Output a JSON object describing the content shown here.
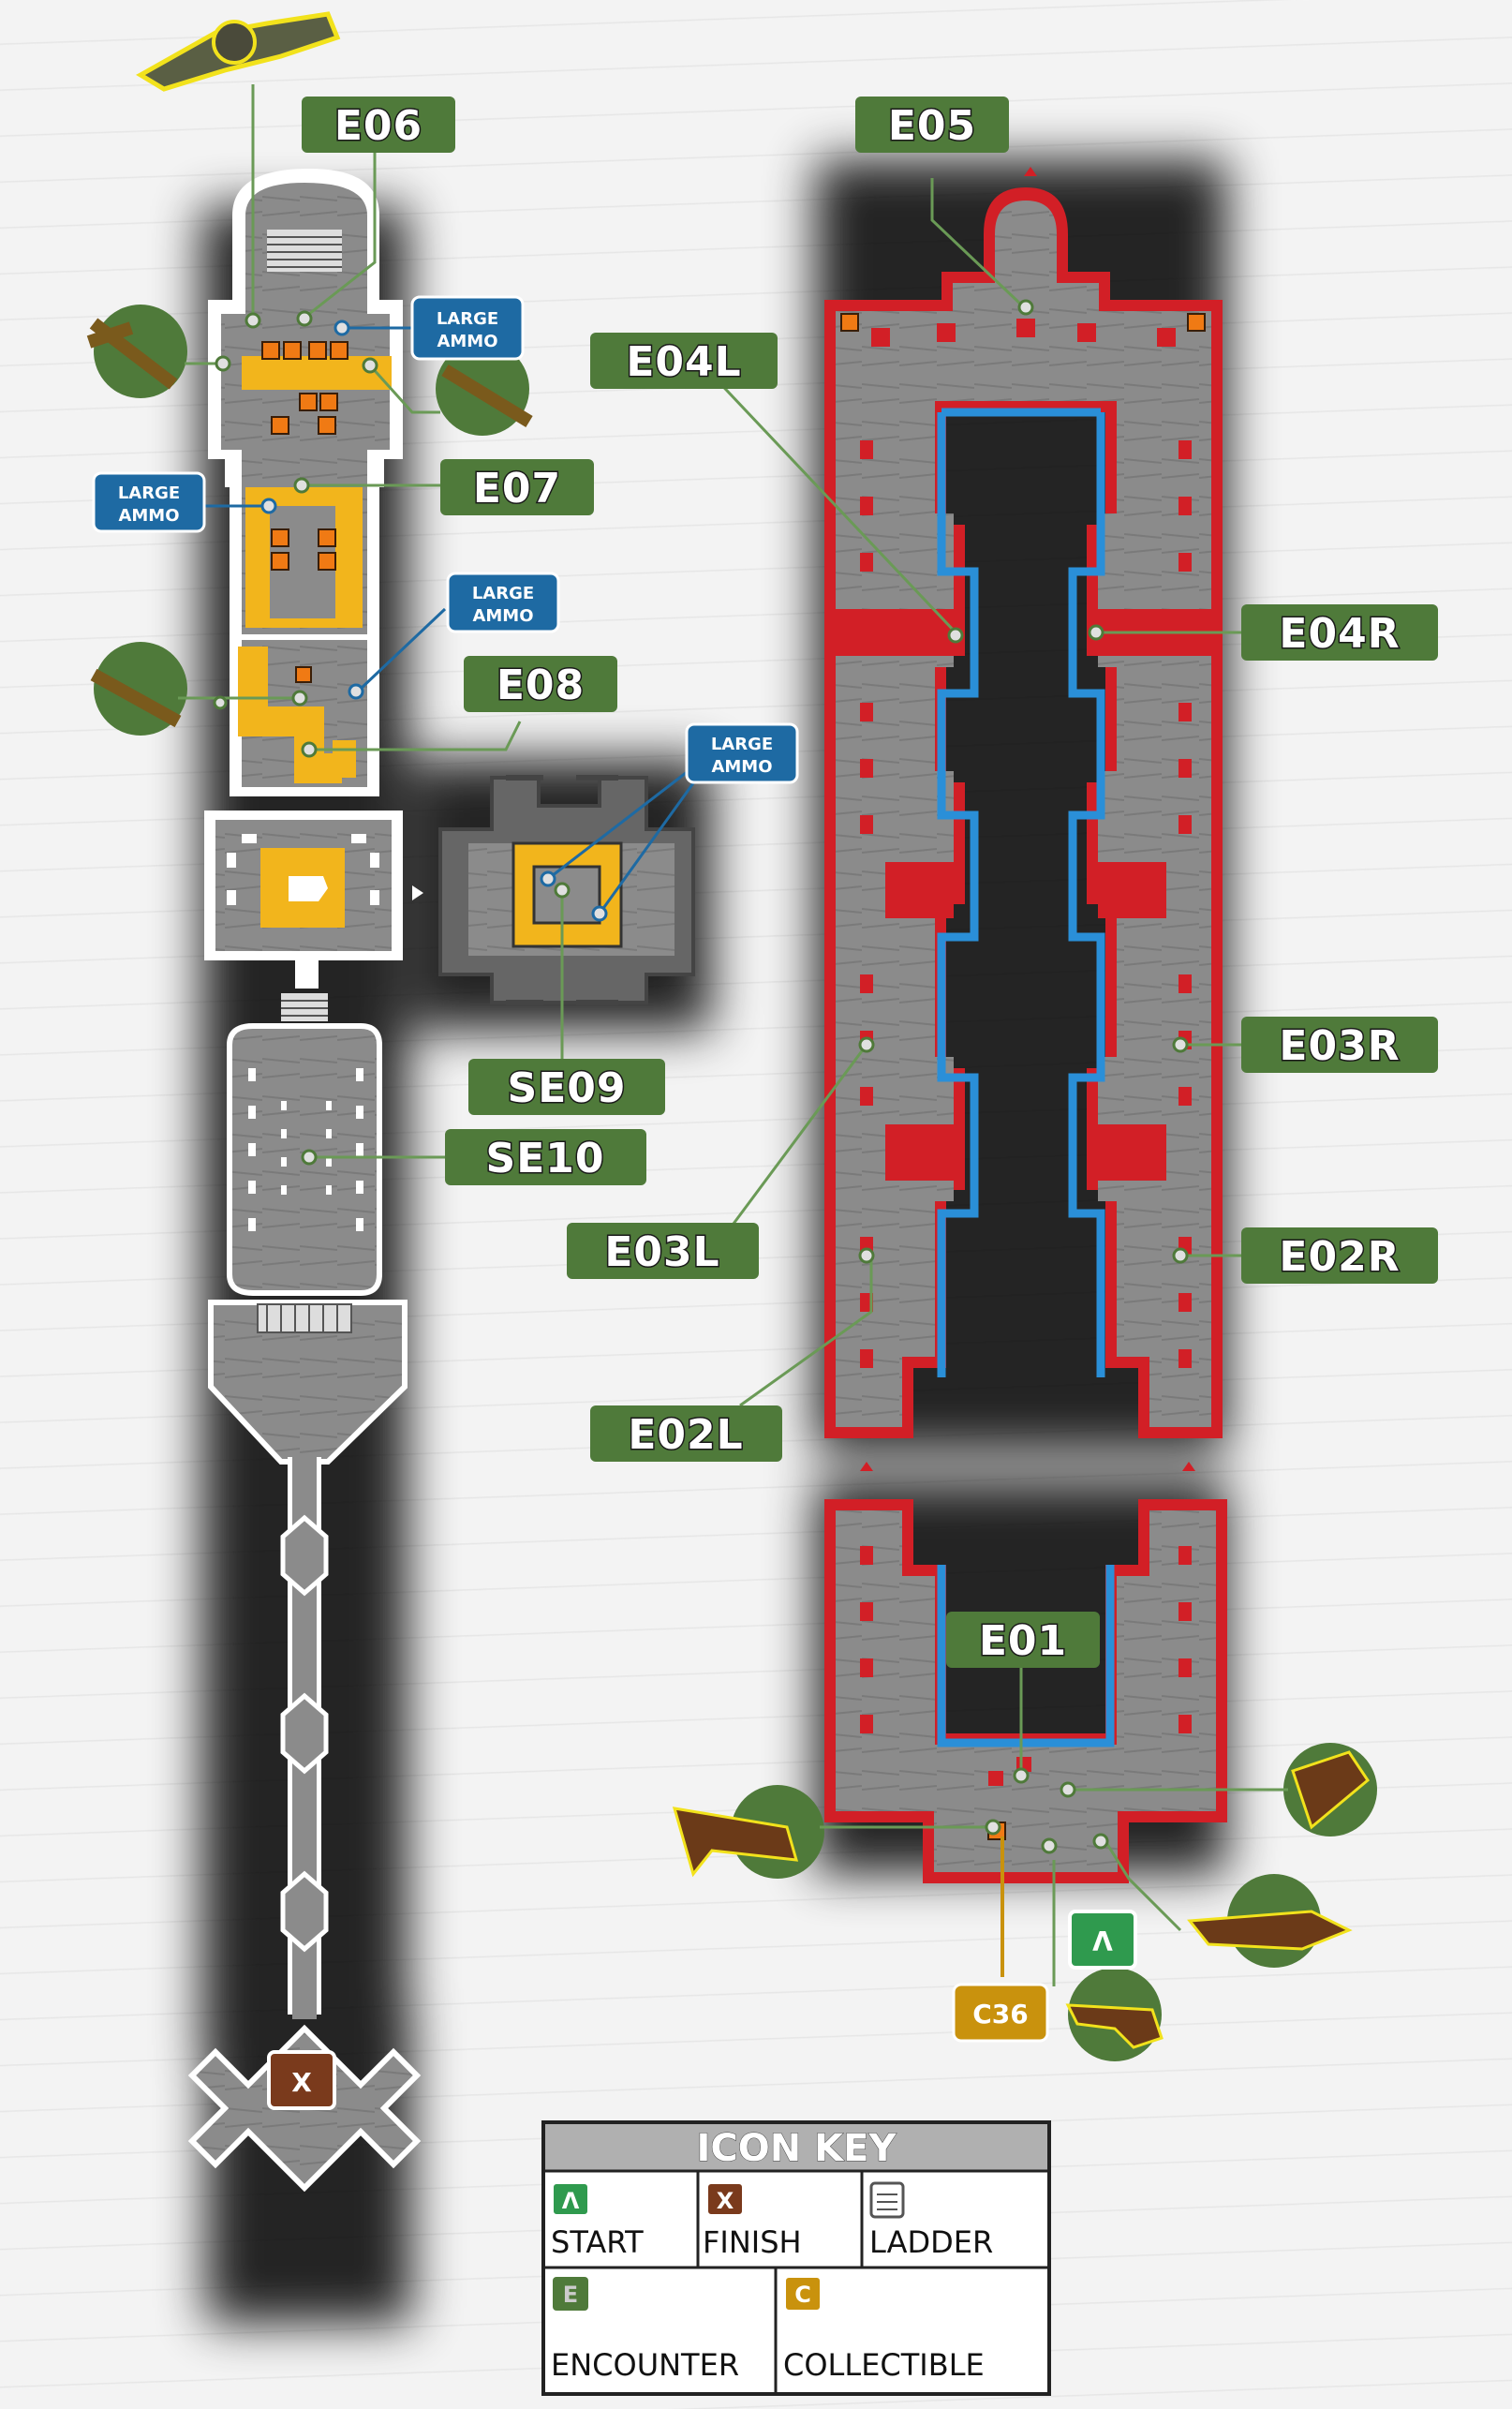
{
  "encounters": {
    "e06": "E06",
    "e05": "E05",
    "e04l": "E04L",
    "e04r": "E04R",
    "e07": "E07",
    "e08": "E08",
    "se09": "SE09",
    "se10": "SE10",
    "e03r": "E03R",
    "e03l": "E03L",
    "e02r": "E02R",
    "e02l": "E02L",
    "e01": "E01"
  },
  "ammo": {
    "line1": "LARGE",
    "line2": "AMMO"
  },
  "collectible": "C36",
  "start_marker": "Λ",
  "finish_marker": "X",
  "icon_key": {
    "title": "ICON KEY",
    "start_symbol": "Λ",
    "start": "START",
    "finish_symbol": "X",
    "finish": "FINISH",
    "ladder": "LADDER",
    "encounter_symbol": "E",
    "encounter": "ENCOUNTER",
    "collectible_symbol": "C",
    "collectible": "COLLECTIBLE"
  },
  "colors": {
    "encounter_label": "#4f7a3a",
    "ammo_label": "#1e6aa3",
    "collectible": "#c9920d",
    "finish": "#7a3a1c",
    "start": "#2f9a4e",
    "red_zone": "#d21f26",
    "blue_wall": "#2a8fd8",
    "yellow_zone": "#f2b51c",
    "orange_crate": "#f07a14"
  }
}
